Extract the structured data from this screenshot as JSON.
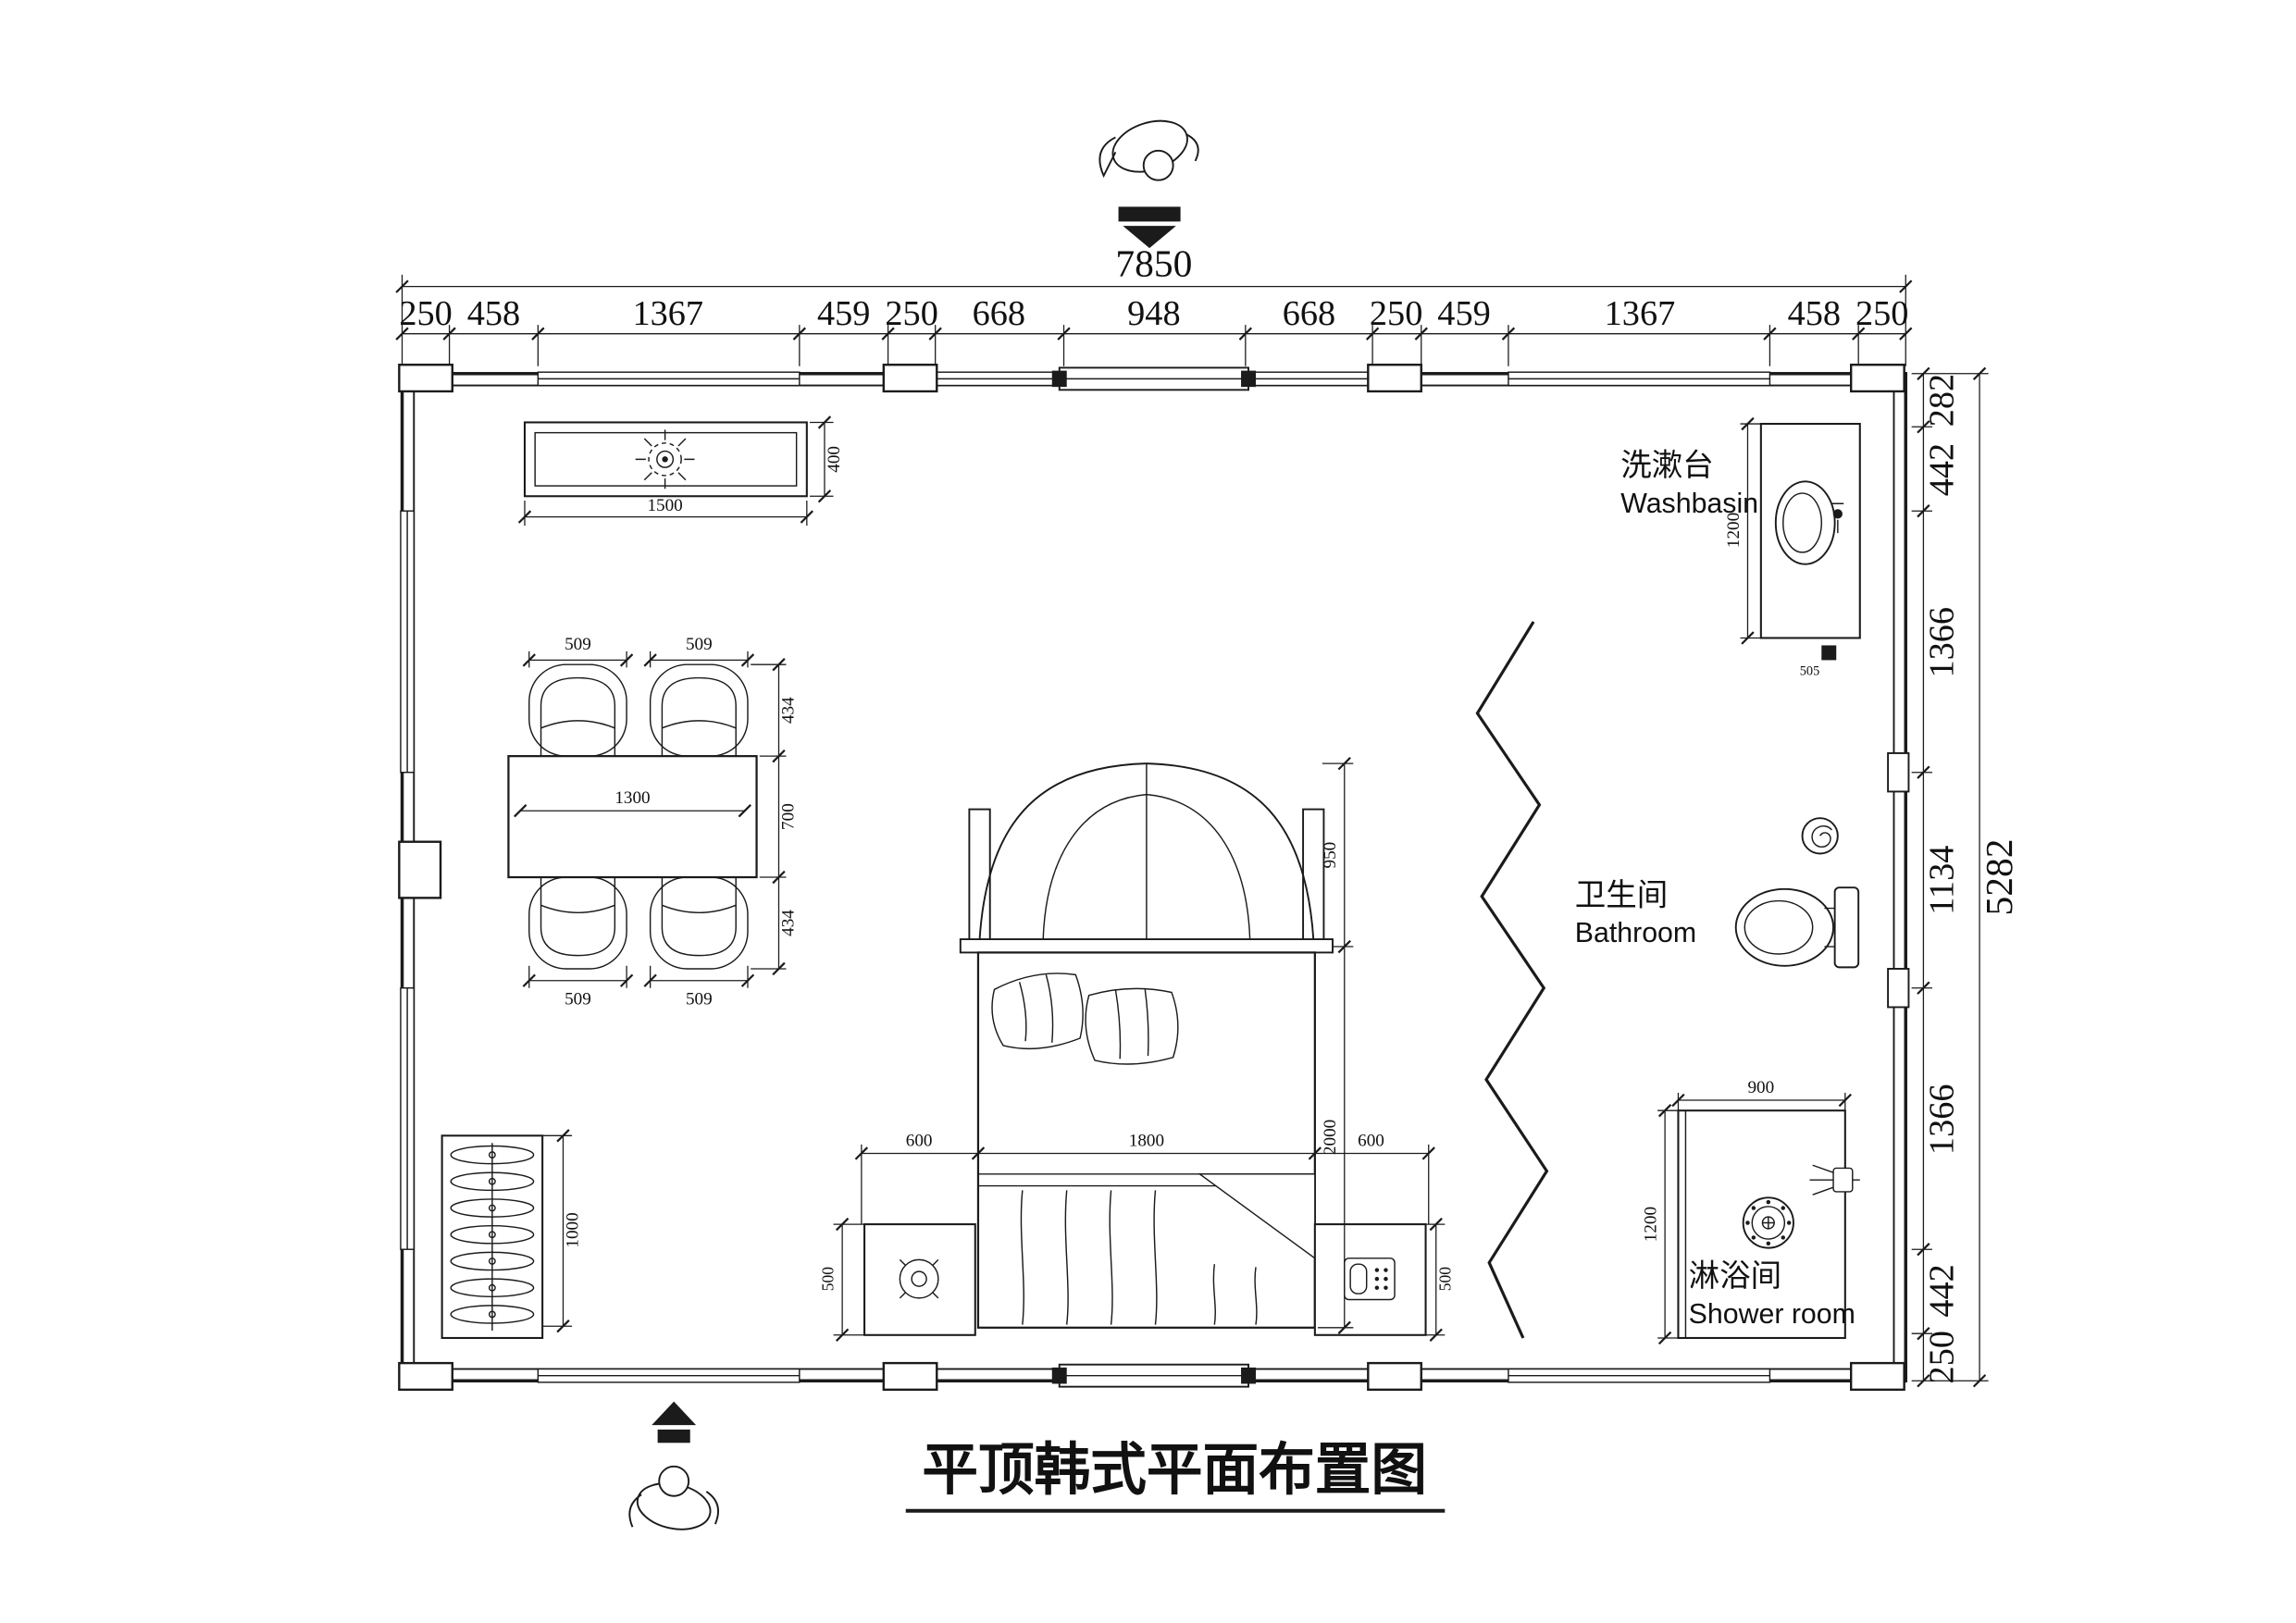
{
  "title": "平顶韩式平面布置图",
  "dims": {
    "top_total": "7850",
    "top_segments": [
      "250",
      "458",
      "1367",
      "459",
      "250",
      "668",
      "948",
      "668",
      "250",
      "459",
      "1367",
      "458",
      "250"
    ],
    "right_segments": [
      "282",
      "442",
      "1366",
      "1134",
      "1366",
      "442",
      "250"
    ],
    "right_total": "5282"
  },
  "furn": {
    "light_w": "1500",
    "light_h": "400",
    "chair_tl": "509",
    "chair_tr": "509",
    "chair_bl": "509",
    "chair_br": "509",
    "table_w": "1300",
    "table_col": [
      "434",
      "700",
      "434"
    ],
    "bed_canopy": "950",
    "bed_len": "2000",
    "bed_row": [
      "600",
      "1800",
      "600"
    ],
    "ns_left": "500",
    "ns_right": "500",
    "wardrobe": "1000",
    "basin_depth": "1200",
    "basin_drain": "505",
    "shower_w": "900",
    "shower_d": "1200"
  },
  "labels": {
    "washbasin_zh": "洗漱台",
    "washbasin_en": "Washbasin",
    "bathroom_zh": "卫生间",
    "bathroom_en": "Bathroom",
    "shower_zh": "淋浴间",
    "shower_en": "Shower room"
  }
}
